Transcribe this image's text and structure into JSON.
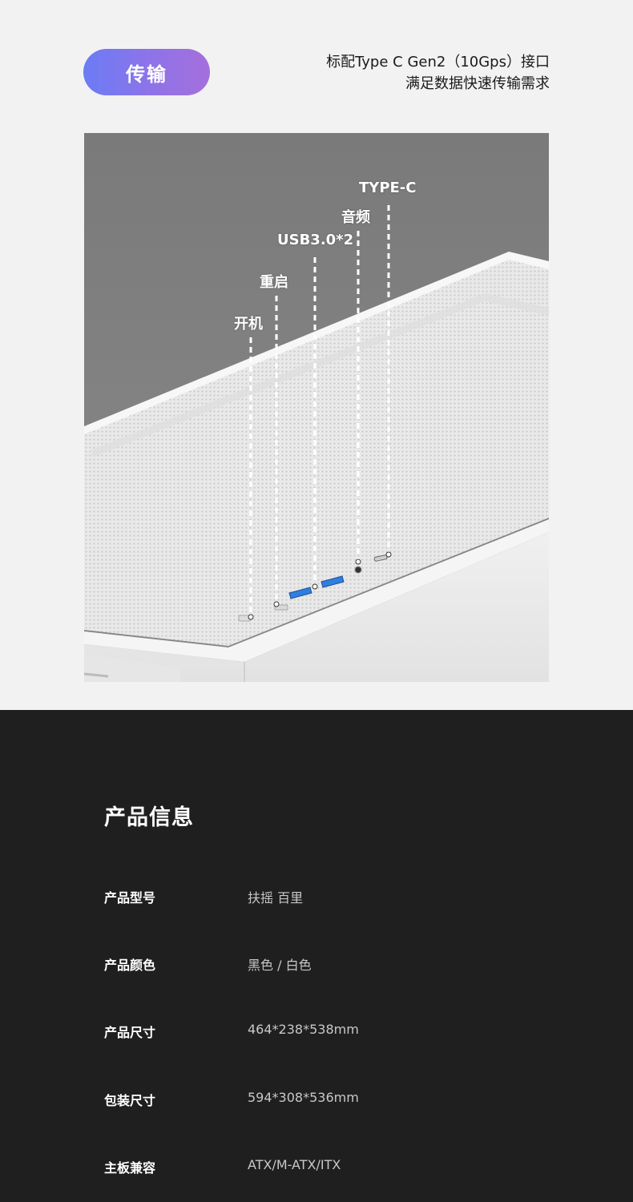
{
  "header": {
    "pill_label": "传输",
    "tagline_line1": "标配Type C Gen2（10Gps）接口",
    "tagline_line2": "满足数据快速传输需求"
  },
  "callouts": [
    {
      "label": "TYPE-C"
    },
    {
      "label": "音频"
    },
    {
      "label": "USB3.0*2"
    },
    {
      "label": "重启"
    },
    {
      "label": "开机"
    }
  ],
  "colors": {
    "pill_gradient_start": "#6b7cf5",
    "pill_gradient_end": "#a56fdc",
    "usb_port_blue": "#2f7fe0",
    "dark_panel": "#1f1f1f"
  },
  "product_info": {
    "title": "产品信息",
    "rows": [
      {
        "label": "产品型号",
        "value": "扶摇 百里"
      },
      {
        "label": "产品颜色",
        "value": "黑色 / 白色"
      },
      {
        "label": "产品尺寸",
        "value": "464*238*538mm"
      },
      {
        "label": "包装尺寸",
        "value": "594*308*536mm"
      },
      {
        "label": "主板兼容",
        "value": "ATX/M-ATX/ITX"
      }
    ]
  }
}
